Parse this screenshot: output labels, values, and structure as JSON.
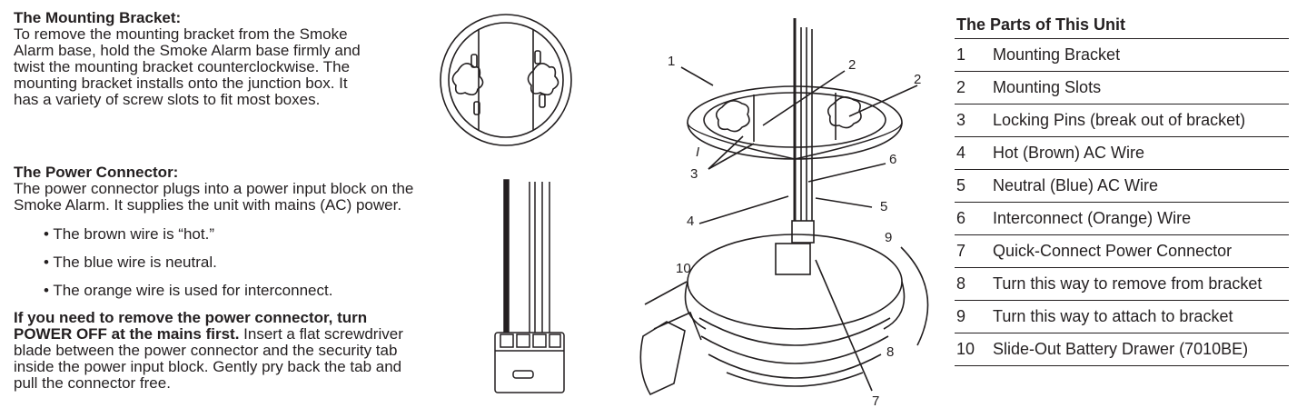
{
  "mounting": {
    "heading": "The Mounting Bracket:",
    "lines": [
      "To remove the mounting bracket from the Smoke",
      "Alarm base, hold the Smoke Alarm base firmly and",
      "twist the mounting bracket counterclockwise. The",
      "mounting bracket installs onto the junction box. It",
      "has a variety of screw slots to fit most boxes."
    ]
  },
  "power": {
    "heading": "The Power Connector:",
    "lines": [
      "The power connector plugs into a power input block on the",
      "Smoke Alarm. It supplies the unit with mains (AC) power."
    ],
    "bullets": [
      "• The brown wire is “hot.”",
      "• The blue wire is neutral.",
      "• The orange wire is used for interconnect."
    ]
  },
  "warning": {
    "bold_line1": "If you need to remove the power connector, turn",
    "bold_line2": "POWER OFF at the mains first.",
    "rest_line2": " Insert a flat screwdriver",
    "lines": [
      "blade between the power connector and the security tab",
      "inside the power input block. Gently pry back the tab and",
      "pull the connector free."
    ]
  },
  "parts": {
    "title": "The Parts of This Unit",
    "rows": [
      {
        "num": "1",
        "label": "Mounting Bracket"
      },
      {
        "num": "2",
        "label": "Mounting Slots"
      },
      {
        "num": "3",
        "label": "Locking Pins (break out of bracket)"
      },
      {
        "num": "4",
        "label": "Hot (Brown) AC Wire"
      },
      {
        "num": "5",
        "label": "Neutral (Blue) AC Wire"
      },
      {
        "num": "6",
        "label": "Interconnect (Orange) Wire"
      },
      {
        "num": "7",
        "label": "Quick-Connect Power Connector"
      },
      {
        "num": "8",
        "label": "Turn this way to remove from bracket"
      },
      {
        "num": "9",
        "label": "Turn this way to attach to bracket"
      },
      {
        "num": "10",
        "label": "Slide-Out Battery Drawer (7010BE)"
      }
    ]
  },
  "diagram": {
    "callouts": {
      "c1": "1",
      "c2a": "2",
      "c2b": "2",
      "c3": "3",
      "c4": "4",
      "c5": "5",
      "c6": "6",
      "c7": "7",
      "c8": "8",
      "c9": "9",
      "c10": "10",
      "clock": "I"
    }
  },
  "colors": {
    "ink": "#231f20",
    "background": "#ffffff"
  }
}
